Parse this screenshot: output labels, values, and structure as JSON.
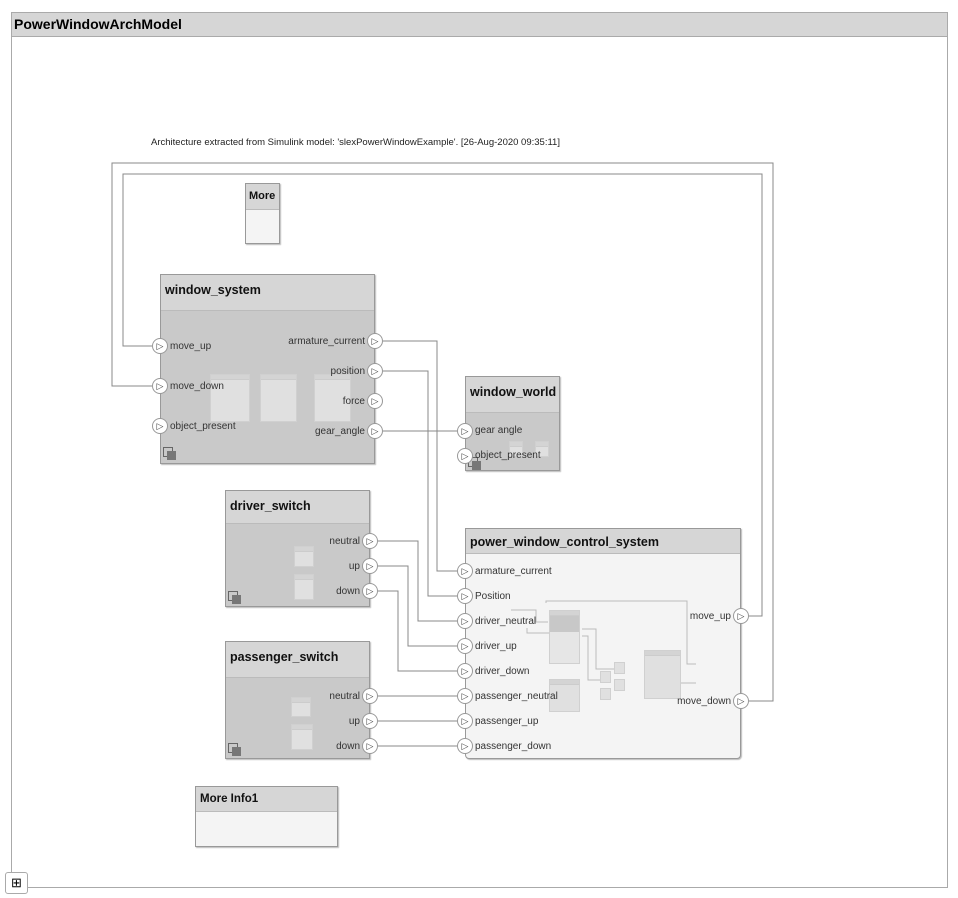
{
  "title": "PowerWindowArchModel",
  "caption": "Architecture extracted from Simulink model: 'slexPowerWindowExample'. [26-Aug-2020 09:35:11]",
  "blocks": {
    "more": {
      "title": "More"
    },
    "more_info": {
      "title": "More Info1"
    },
    "window_system": {
      "title": "window_system",
      "inputs": [
        "move_up",
        "move_down",
        "object_present"
      ],
      "outputs": [
        "armature_current",
        "position",
        "force",
        "gear_angle"
      ]
    },
    "window_world": {
      "title": "window_world",
      "inputs": [
        "gear angle",
        "object_present"
      ]
    },
    "driver_switch": {
      "title": "driver_switch",
      "outputs": [
        "neutral",
        "up",
        "down"
      ]
    },
    "passenger_switch": {
      "title": "passenger_switch",
      "outputs": [
        "neutral",
        "up",
        "down"
      ]
    },
    "pwcs": {
      "title": "power_window_control_system",
      "inputs": [
        "armature_current",
        "Position",
        "driver_neutral",
        "driver_up",
        "driver_down",
        "passenger_neutral",
        "passenger_up",
        "passenger_down"
      ],
      "outputs": [
        "move_up",
        "move_down"
      ]
    }
  },
  "icons": {
    "port": "triangle-right",
    "hierarchy": "sitemap-icon"
  }
}
